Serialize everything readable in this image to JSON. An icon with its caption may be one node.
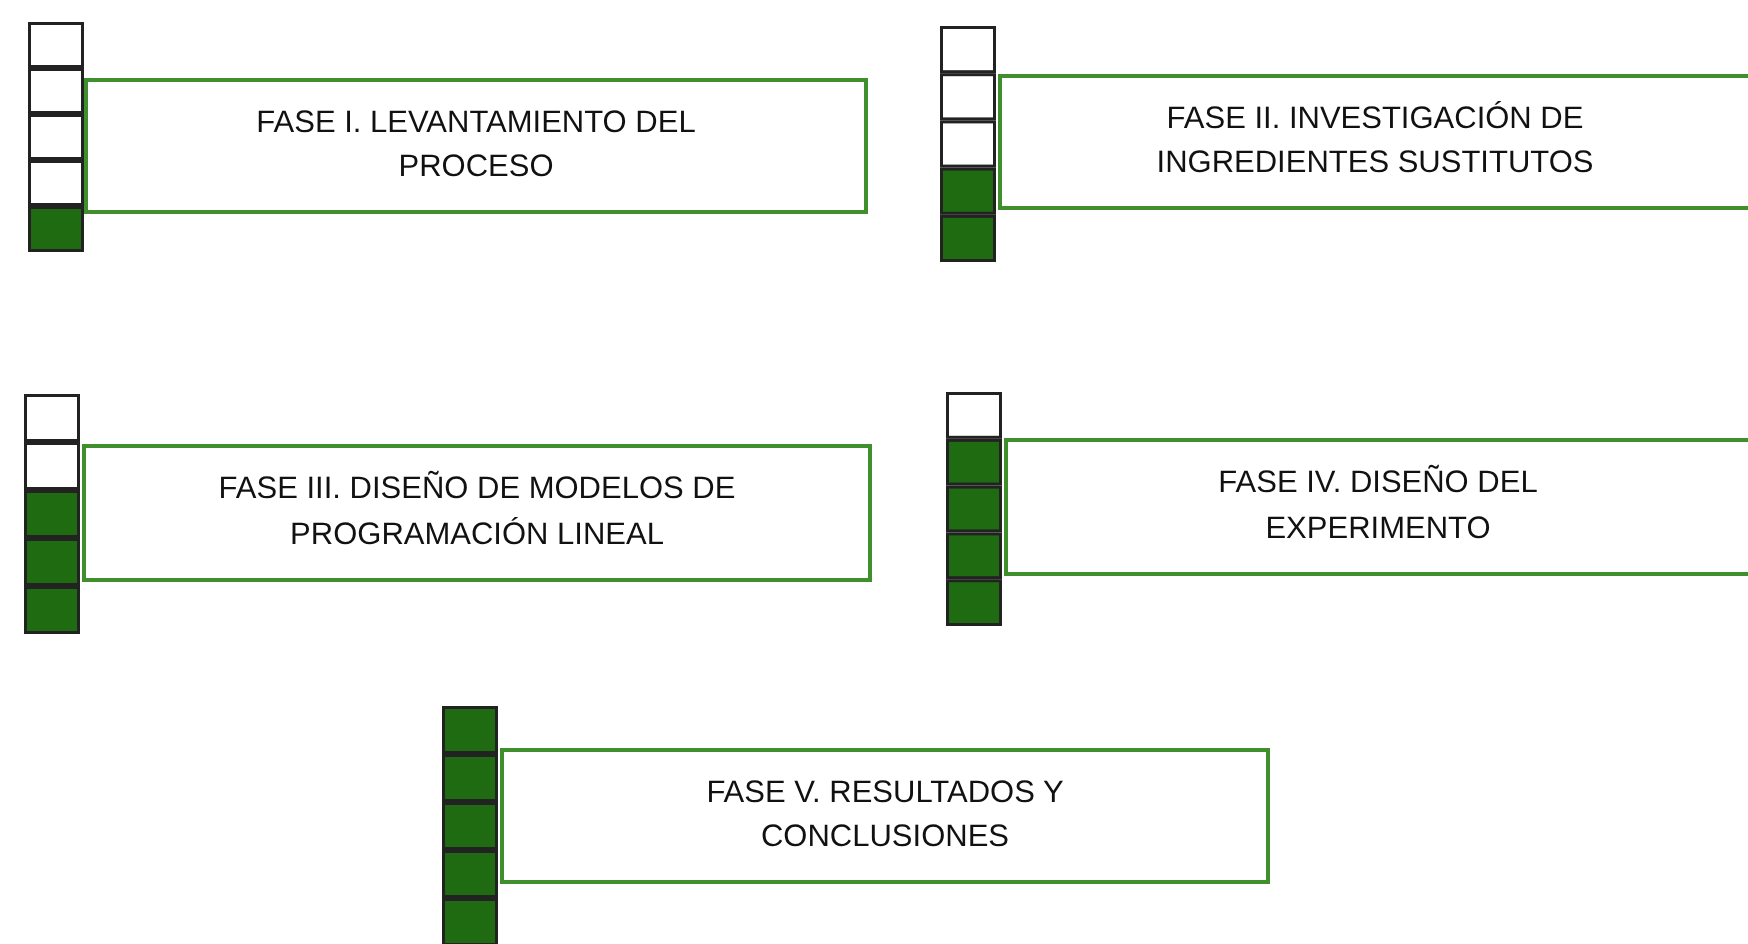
{
  "diagram": {
    "nodes": [
      {
        "text": [
          "FASE I. LEVANTAMIENTO DEL PROCESO"
        ]
      },
      {
        "text": [
          "FASE II. INVESTIGACIÓN DE INGREDIENTES SUSTITUTOS"
        ]
      },
      {
        "text": [
          "FASE III. DISEÑO DE MODELOS DE PROGRAMACIÓN LINEAL"
        ]
      },
      {
        "text": [
          "FASE IV. DISEÑO DEL EXPERIMENTO"
        ]
      },
      {
        "text": [
          "FASE V. RESULTADOS Y CONCLUSIONES"
        ]
      }
    ]
  }
}
